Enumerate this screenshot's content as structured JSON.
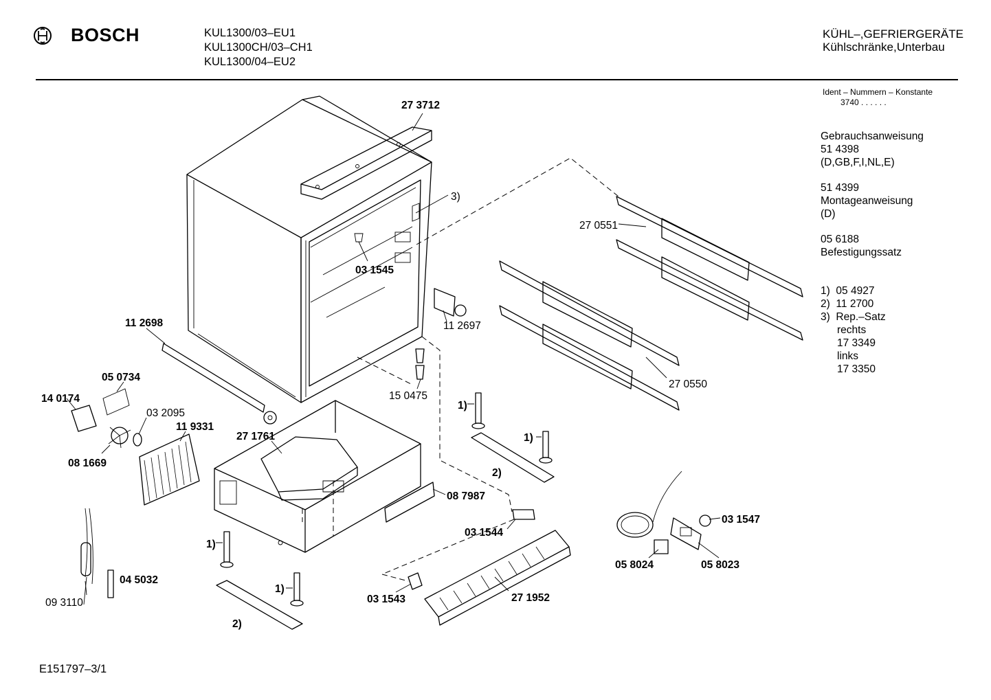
{
  "header": {
    "brand": "BOSCH",
    "logo_icon": "bosch-armature-logo",
    "models": [
      "KUL1300/03–EU1",
      "KUL1300CH/03–CH1",
      "KUL1300/04–EU2"
    ],
    "category_line1": "KÜHL–,GEFRIERGERÄTE",
    "category_line2": "Kühlschränke,Unterbau"
  },
  "ident": {
    "label": "Ident – Nummern – Konstante",
    "value": "3740 . .   . . . ."
  },
  "sidebar": {
    "manual_title": "Gebrauchsanweisung",
    "manual_number": "51 4398",
    "manual_langs": "(D,GB,F,I,NL,E)",
    "mounting_number": "51 4399",
    "mounting_title": "Montageanweisung",
    "mounting_langs": "(D)",
    "fixing_number": "05 6188",
    "fixing_title": "Befestigungssatz",
    "notes": [
      {
        "key": "1)",
        "value": "05 4927"
      },
      {
        "key": "2)",
        "value": "11 2700"
      },
      {
        "key": "3)",
        "value": "Rep.–Satz"
      }
    ],
    "rep_set": [
      "rechts",
      "17 3349",
      "links",
      "17 3350"
    ]
  },
  "parts": {
    "p273712": "27 3712",
    "ref3a": "3)",
    "p270551": "27 0551",
    "p031545": "03 1545",
    "p112698": "11 2698",
    "p112697": "11 2697",
    "p270550": "27 0550",
    "p150475": "15 0475",
    "p050734": "05 0734",
    "p140174": "14 0174",
    "p032095": "03 2095",
    "p119331": "11 9331",
    "p271761": "27 1761",
    "p081669": "08 1669",
    "ref1a": "1)",
    "ref1b": "1)",
    "ref2a": "2)",
    "p087987": "08 7987",
    "p031544": "03 1544",
    "p031547": "03 1547",
    "p058024": "05 8024",
    "p058023": "05 8023",
    "ref1c": "1)",
    "p045032": "04 5032",
    "p093110": "09 3110",
    "ref1d": "1)",
    "ref2b": "2)",
    "p031543": "03 1543",
    "p271952": "27 1952"
  },
  "footer": {
    "drawing_code": "E151797–3/1"
  }
}
